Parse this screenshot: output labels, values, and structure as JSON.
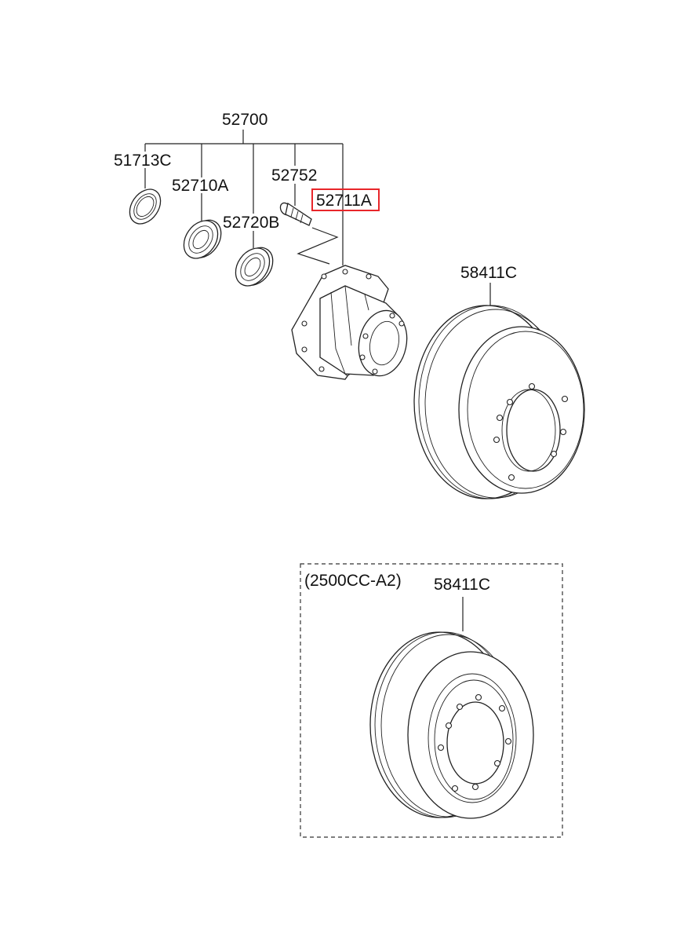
{
  "labels": {
    "assembly": "52700",
    "seal": "51713C",
    "bearing_outer": "52710A",
    "bearing_inner": "52720B",
    "hub_bolt": "52752",
    "hub": "52711A",
    "drum": "58411C",
    "variant_drum": "58411C"
  },
  "variant_box": {
    "title": "(2500CC-A2)"
  },
  "highlight": {
    "part": "52711A",
    "color": "#e8262a"
  }
}
